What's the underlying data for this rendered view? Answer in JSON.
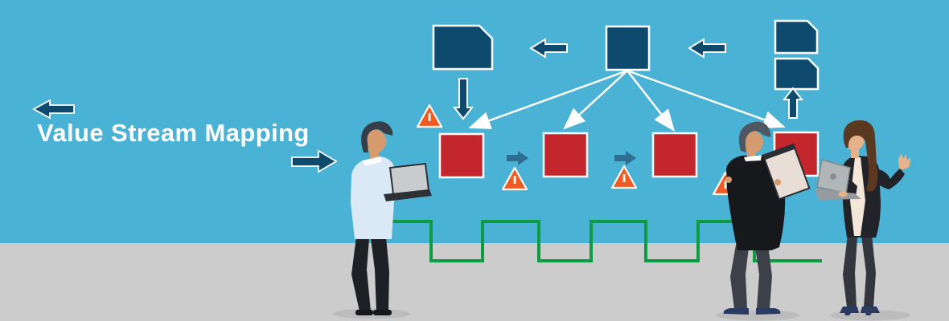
{
  "title": {
    "text": "Value Stream Mapping"
  },
  "colors": {
    "bg": "#4ab2d4",
    "floor": "#cccccc",
    "navy": "#0d4a6e",
    "red": "#c4262e",
    "orange": "#f15a22",
    "green": "#0d9c44",
    "steel": "#2d6e92",
    "white": "#ffffff",
    "shadow": "#bcbcbc",
    "skin-a": "#d59b6e",
    "hair-a": "#353f4a",
    "shirt-a": "#dbe9f7",
    "pants-a": "#1d2126",
    "shoe-a": "#15181c",
    "laptop-screen": "#c9ccce",
    "laptop-frame": "#2d3035",
    "coat-b": "#16181c",
    "pants-b": "#3c4149",
    "shoe-b": "#2b3a60",
    "hair-b": "#4f5862",
    "clipboard": "#e9ded6",
    "hair-c": "#5b3820",
    "skin-c": "#e5b28a",
    "blazer-c": "#212329",
    "blouse-c": "#f5e6da",
    "pants-c": "#33363d",
    "laptop-c-lid": "#b3b6b9",
    "laptop-c-base": "#989b9e"
  },
  "diagram": {
    "top_shapes": [
      "document-shape",
      "process-square",
      "document-shape",
      "document-shape"
    ],
    "process_box_count": 4,
    "warning_triangle_count": 4,
    "connector_arrow_count": 2,
    "timeline_style": "square-wave"
  },
  "figures": [
    "man-holding-laptop",
    "man-holding-clipboard",
    "woman-holding-laptop"
  ]
}
